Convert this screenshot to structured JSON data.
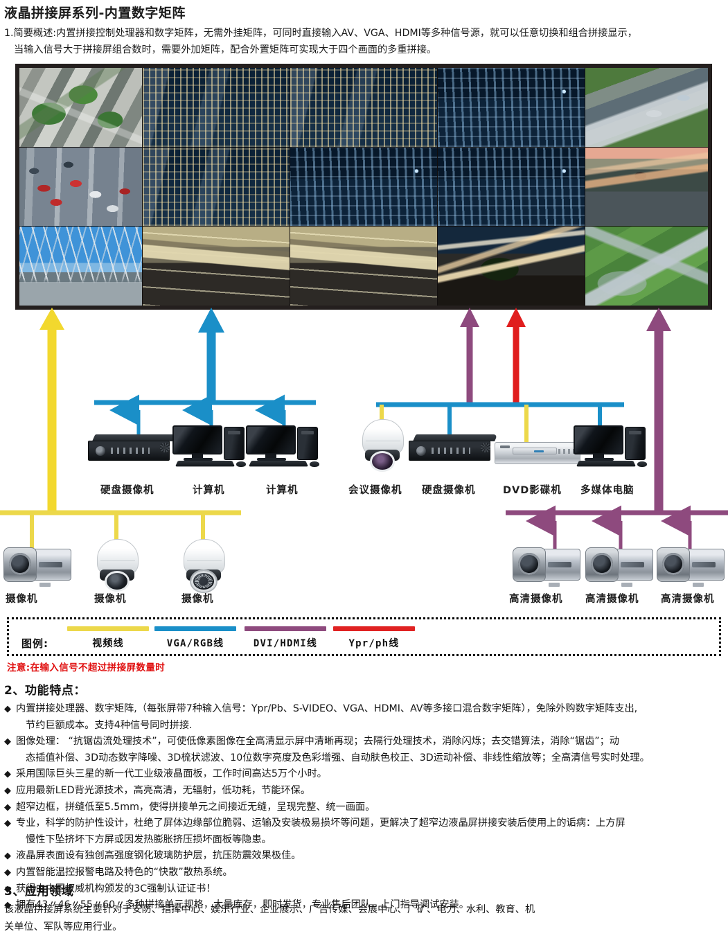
{
  "header": {
    "title": "液晶拼接屏系列-内置数字矩阵",
    "summary_line1": "1.简要概述:内置拼接控制处理器和数字矩阵，无需外挂矩阵，可同时直接输入AV、VGA、HDMI等多种信号源，就可以任意切换和组合拼接显示，",
    "summary_line2": "当输入信号大于拼接屏组合数时，需要外加矩阵，配合外置矩阵可实现大于四个画面的多重拼接。"
  },
  "videowall": {
    "rows": 3,
    "columns": 5,
    "cells": [
      "highway-interchange-aerial",
      "city-tower-night-left",
      "city-tower-night-mid",
      "city-skyline-night",
      "road-with-bus",
      "highway-traffic-cars",
      "city-building-facade",
      "city-towers-blue-night",
      "bank-of-china-tower",
      "dusk-highway-light-trail",
      "steel-bridge-road",
      "elevated-skyway",
      "skyway-light-trails",
      "tree-plaza-light-trails",
      "green-interchange-aerial"
    ]
  },
  "diagram": {
    "top_arrows": [
      {
        "name": "video-arrow-left",
        "color": "#f2d82e",
        "cable": "视频线"
      },
      {
        "name": "vga-arrow-center",
        "color": "#1a8fc8",
        "cable": "VGA/RGB线"
      },
      {
        "name": "dvi-arrow-right-1",
        "color": "#8e4a7e",
        "cable": "DVI/HDMI线"
      },
      {
        "name": "ypbpr-arrow-right",
        "color": "#e01e1e",
        "cable": "Ypr/ph线"
      },
      {
        "name": "dvi-arrow-right-2",
        "color": "#8e4a7e",
        "cable": "DVI/HDMI线"
      }
    ],
    "devices_row_mid": [
      {
        "name": "dvr-left",
        "label": "硬盘摄像机",
        "icon": "dvr-icon"
      },
      {
        "name": "pc-1",
        "label": "计算机",
        "icon": "desktop-pc-icon"
      },
      {
        "name": "pc-2",
        "label": "计算机",
        "icon": "desktop-pc-icon"
      },
      {
        "name": "conference-camera",
        "label": "会议摄像机",
        "icon": "ptz-dome-camera-icon"
      },
      {
        "name": "dvr-right",
        "label": "硬盘摄像机",
        "icon": "dvr-icon"
      },
      {
        "name": "dvd-player",
        "label": "DVD影碟机",
        "icon": "dvd-player-icon"
      },
      {
        "name": "multimedia-pc",
        "label": "多媒体电脑",
        "icon": "desktop-pc-icon"
      }
    ],
    "devices_row_bottom_left": [
      {
        "name": "camera-1",
        "label": "摄像机",
        "icon": "box-camera-icon"
      },
      {
        "name": "camera-2",
        "label": "摄像机",
        "icon": "ptz-dome-camera-icon"
      },
      {
        "name": "camera-3",
        "label": "摄像机",
        "icon": "ptz-dome-camera-icon"
      }
    ],
    "devices_row_bottom_right": [
      {
        "name": "hd-camera-1",
        "label": "高清摄像机",
        "icon": "box-camera-icon"
      },
      {
        "name": "hd-camera-2",
        "label": "高清摄像机",
        "icon": "box-camera-icon"
      },
      {
        "name": "hd-camera-3",
        "label": "高清摄像机",
        "icon": "box-camera-icon"
      }
    ]
  },
  "legend": {
    "title": "图例:",
    "items": [
      {
        "label": "视频线",
        "color": "#ecd84a"
      },
      {
        "label": "VGA/RGB线",
        "color": "#1a8fc8"
      },
      {
        "label": "DVI/HDMI线",
        "color": "#8e4a7e"
      },
      {
        "label": "Ypr/ph线",
        "color": "#e02222"
      }
    ],
    "note": "注意:在输入信号不超过拼接屏数量时"
  },
  "features": {
    "heading": "2、功能特点：",
    "items": [
      {
        "line1": "内置拼接处理器、数字矩阵,（每张屏带7种输入信号：Ypr/Pb、S-VIDEO、VGA、HDMI、AV等多接口混合数字矩阵），免除外购数字矩阵支出,",
        "line2": "节约巨额成本。支持4种信号同时拼接."
      },
      {
        "line1": "图像处理： “抗锯齿流处理技术”，可使低像素图像在全高清显示屏中清晰再现；去隔行处理技术，消除闪烁；去交错算法，消除“锯齿”；动",
        "line2": "态插值补偿、3D动态数字降噪、3D梳状滤波、10位数字亮度及色彩增强、自动肤色校正、3D运动补偿、非线性缩放等；全高清信号实时处理。"
      },
      {
        "line1": "采用国际巨头三星的新一代工业级液晶面板，工作时间高达5万个小时。",
        "line2": ""
      },
      {
        "line1": "应用最新LED背光源技术，高亮高清，无辐射，低功耗，节能环保。",
        "line2": ""
      },
      {
        "line1": "超窄边框，拼缝低至5.5mm，使得拼接单元之间接近无缝，呈现完整、统一画面。",
        "line2": ""
      },
      {
        "line1": "专业，科学的防护性设计，杜绝了屏体边缘部位脆弱、运输及安装极易损坏等问题，更解决了超窄边液晶屏拼接安装后使用上的诟病：上方屏",
        "line2": "慢性下坠挤坏下方屏或因发热膨胀挤压损坏面板等隐患。"
      },
      {
        "line1": "液晶屏表面设有独创高强度钢化玻璃防护层，抗压防震效果极佳。",
        "line2": ""
      },
      {
        "line1": "内置智能温控报警电路及特色的“快散”散热系统。",
        "line2": ""
      },
      {
        "line1": "获得由中国权威机构颁发的3C强制认证证书！",
        "line2": ""
      },
      {
        "line1": "拥有43〃46〃55〃60〃多种拼接单元规格，大量库存，即时发货，专业售后团队，上门指导调试安装。",
        "line2": ""
      }
    ]
  },
  "applications": {
    "heading": "3、应用领域",
    "line1": "该液晶拼接屏系统主要针对于安防、指挥中心、娱乐行业、企业展示、广告传媒、会展中心、厂矿、电力、水利、教育、机",
    "line2": "关单位、军队等应用行业。"
  }
}
